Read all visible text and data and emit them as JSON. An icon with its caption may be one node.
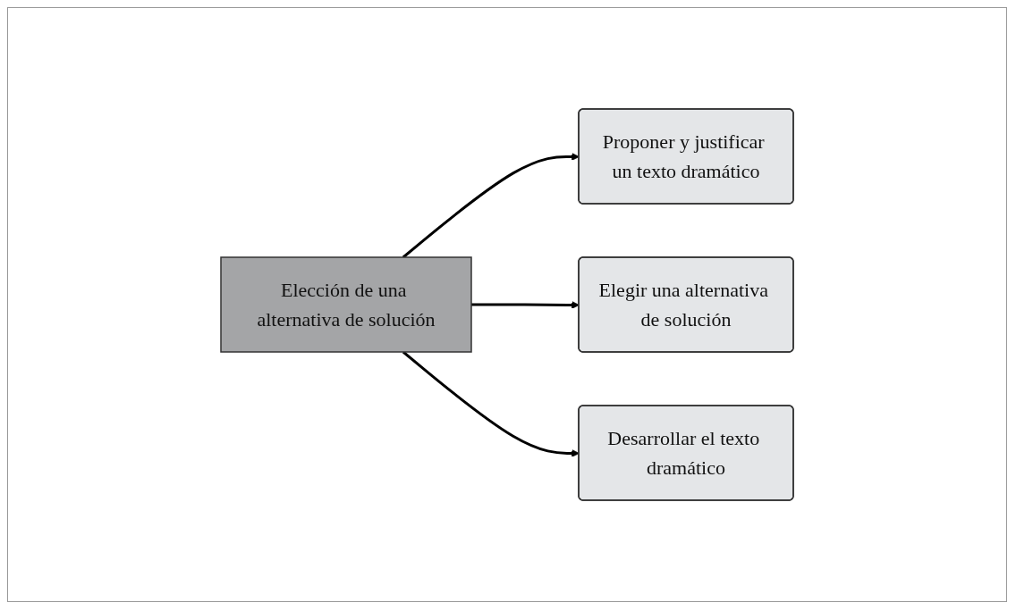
{
  "diagram": {
    "nodes": [
      {
        "text": [
          "Proponer y justificar un texto dramático"
        ]
      },
      {
        "text": [
          "Elegir una alternativa de solución"
        ]
      },
      {
        "text": [
          "Elección de una alternativa de solución"
        ]
      },
      {
        "text": [
          "Desarrollar el texto dramático"
        ]
      }
    ],
    "edges": [
      {
        "from": 2,
        "to": 0,
        "arrow": "to"
      },
      {
        "from": 2,
        "to": 1,
        "arrow": "to"
      },
      {
        "from": 2,
        "to": 3,
        "arrow": "to"
      }
    ]
  }
}
